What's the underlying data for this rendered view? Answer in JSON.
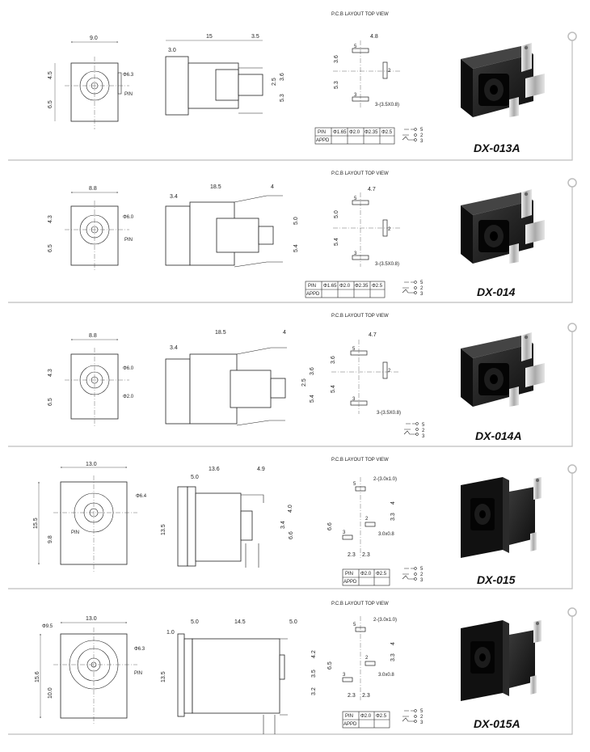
{
  "pcb_title": "P.C.B LAYOUT    TOP VIEW",
  "common": {
    "pin": "PIN",
    "pin_cell": "PIN",
    "appd_cell": "APPD",
    "pad_5": "5",
    "pad_2": "2",
    "pad_3": "3",
    "pin_note": "3-(3.5X0.8)",
    "pin_note_015_top": "2-(3.0x1.0)",
    "pin_note_015_mid": "3.0x0.8"
  },
  "colors": {
    "frame": "#bdbdbd",
    "body": "#1a1a1a",
    "metal": "#c8c8c8"
  },
  "rows": [
    {
      "model": "DX-013A",
      "front": {
        "width": "9.0",
        "upper": "4.5",
        "lower": "6.5",
        "dia": "Φ6.3",
        "dia2": ""
      },
      "side": {
        "left": "3.0",
        "length": "15",
        "tail": "3.5",
        "d1": "3.6",
        "d2": "2.5",
        "d3": "5.3"
      },
      "pcb": {
        "top": "4.8",
        "v1": "3.6",
        "v2": "5.3"
      },
      "table": [
        "Φ1.65",
        "Φ2.0",
        "Φ2.35",
        "Φ2.5"
      ]
    },
    {
      "model": "DX-014",
      "front": {
        "width": "8.8",
        "upper": "4.3",
        "lower": "6.5",
        "dia": "Φ6.0",
        "dia2": ""
      },
      "side": {
        "left": "3.4",
        "length": "18.5",
        "tail": "4",
        "d1": "5.0",
        "d2": "",
        "d3": "5.4"
      },
      "pcb": {
        "top": "4.7",
        "v1": "5.0",
        "v2": "5.4"
      },
      "table": [
        "Φ1.65",
        "Φ2.0",
        "Φ2.35",
        "Φ2.5"
      ]
    },
    {
      "model": "DX-014A",
      "front": {
        "width": "8.8",
        "upper": "4.3",
        "lower": "6.5",
        "dia": "Φ6.0",
        "dia2": "Φ2.0"
      },
      "side": {
        "left": "3.4",
        "length": "18.5",
        "tail": "4",
        "d1": "3.6",
        "d2": "2.5",
        "d3": "5.4"
      },
      "pcb": {
        "top": "4.7",
        "v1": "3.6",
        "v2": "5.4"
      },
      "table": []
    },
    {
      "model": "DX-015",
      "front": {
        "width": "13.0",
        "upper": "15.5",
        "lower": "9.8",
        "dia": "Φ6.4",
        "dia2": ""
      },
      "side": {
        "left": "5.0",
        "length": "13.6",
        "tail": "4.9",
        "height": "13.5",
        "d1": "4.0",
        "d2": "3.4",
        "d3": "6.6"
      },
      "pcb": {
        "h1": "4",
        "h2": "3.3",
        "h3": "6.6",
        "b1": "2.3",
        "b2": "2.3"
      },
      "table": [
        "Φ2.0",
        "Φ2.5"
      ]
    },
    {
      "model": "DX-015A",
      "front": {
        "width": "13.0",
        "upper": "15.6",
        "lower": "10.0",
        "dia": "Φ6.3",
        "dia2": "Φ9.5"
      },
      "side": {
        "flange": "1.0",
        "left": "5.0",
        "length": "14.5",
        "tail": "5.0",
        "height": "13.5",
        "d1": "4.2",
        "d2": "3.5",
        "d3": "3.2"
      },
      "pcb": {
        "h1": "4",
        "h2": "3.3",
        "h3": "6.5",
        "b1": "2.3",
        "b2": "2.3"
      },
      "table": [
        "Φ2.0",
        "Φ2.5"
      ]
    }
  ]
}
